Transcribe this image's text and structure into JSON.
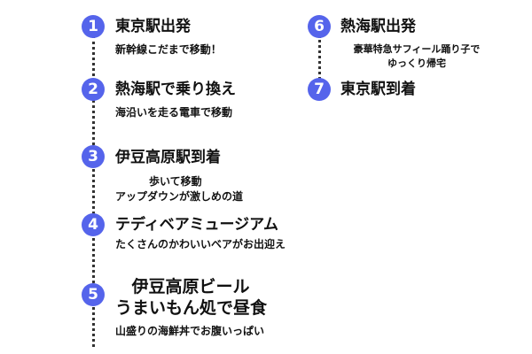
{
  "accent_color": "#5564eb",
  "route": [
    {
      "number": "1",
      "title": "東京駅出発",
      "notes": [
        "新幹線こだまで移動！"
      ]
    },
    {
      "number": "2",
      "title": "熱海駅で乗り換え",
      "notes": [
        "海沿いを走る電車で移動"
      ]
    },
    {
      "number": "3",
      "title": "伊豆高原駅到着",
      "notes": [
        "歩いて移動",
        "アップダウンが激しめの道"
      ]
    },
    {
      "number": "4",
      "title": "テディベアミュージアム",
      "notes": [
        "たくさんのかわいいベアがお出迎え"
      ]
    },
    {
      "number": "5",
      "title_lines": [
        "伊豆高原ビール",
        "うまいもん処で昼食"
      ],
      "notes": [
        "山盛りの海鮮丼でお腹いっぱい"
      ]
    },
    {
      "number": "6",
      "title": "熱海駅出発",
      "notes": [
        "豪華特急サフィール踊り子で",
        "ゆっくり帰宅"
      ]
    },
    {
      "number": "7",
      "title": "東京駅到着",
      "notes": []
    }
  ]
}
